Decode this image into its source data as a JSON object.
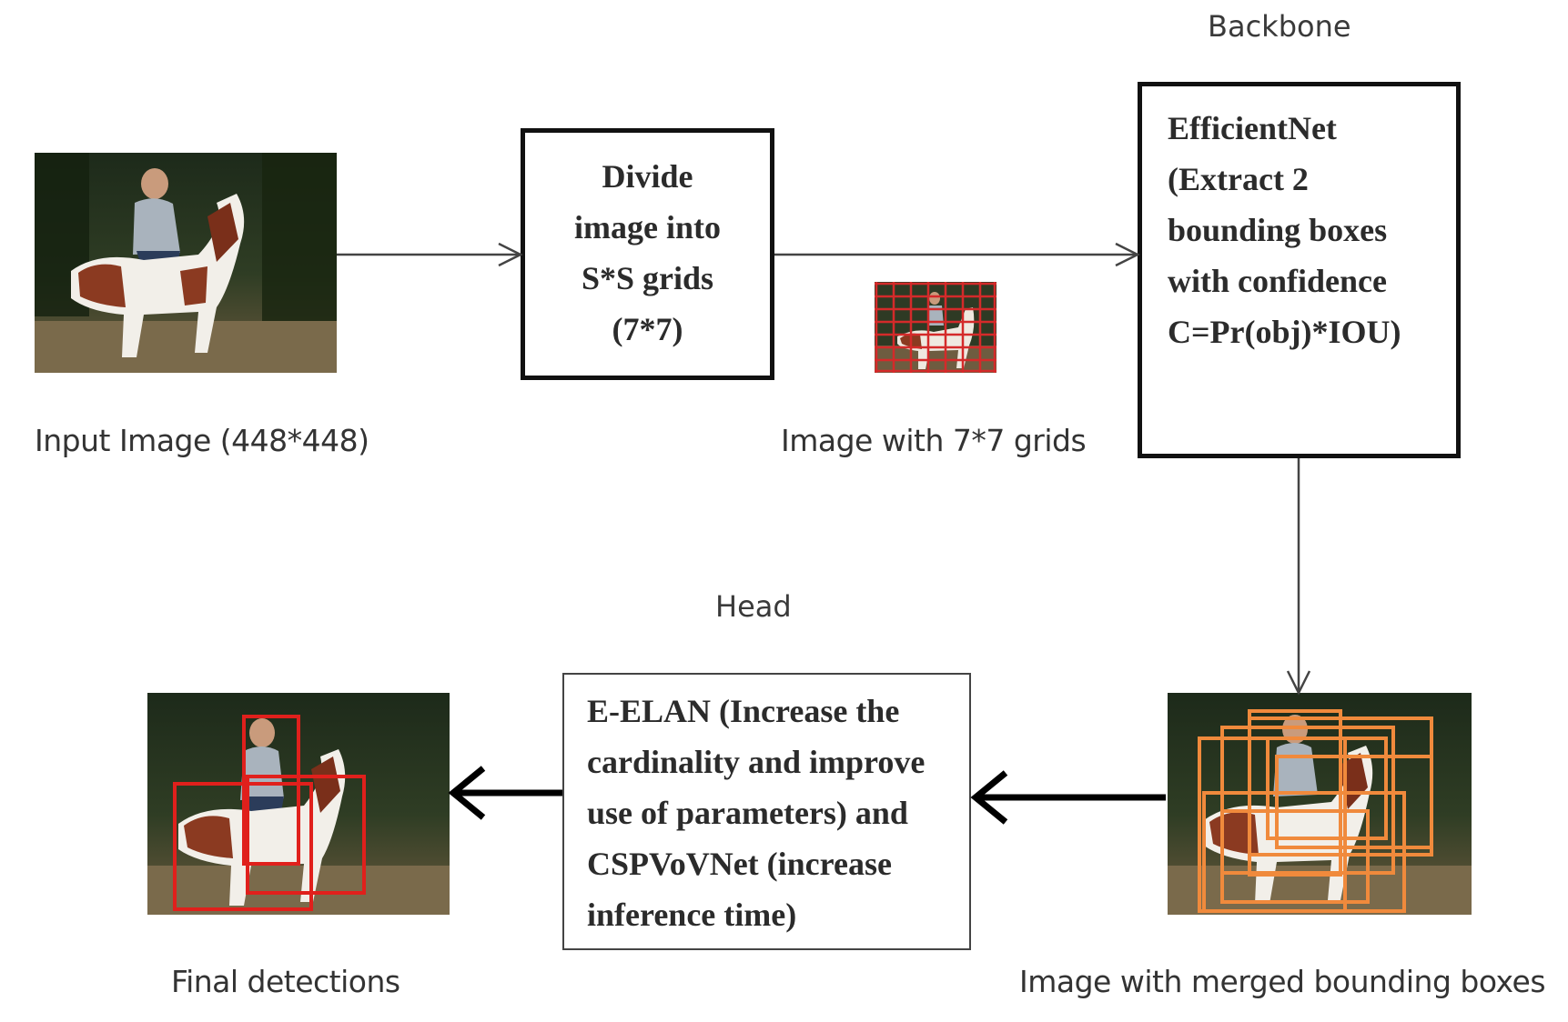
{
  "labels": {
    "backbone": "Backbone",
    "head": "Head",
    "input_image": "Input Image (448*448)",
    "image_with_grids": "Image with 7*7 grids",
    "merged_boxes": "Image with merged bounding boxes",
    "final_detections": "Final detections"
  },
  "boxes": {
    "divide": {
      "lines": [
        "Divide",
        "image into",
        "S*S grids",
        "(7*7)"
      ]
    },
    "efficientnet": {
      "lines": [
        "EfficientNet",
        "(Extract 2",
        "bounding boxes",
        "with confidence",
        "C=Pr(obj)*IOU)"
      ]
    },
    "eelan": {
      "lines": [
        "E-ELAN (Increase the",
        "cardinality and improve",
        "use of parameters) and",
        "CSPVoVNet (increase",
        "inference time)"
      ]
    }
  },
  "colors": {
    "grid_lines": "#d42a2a",
    "detection_box": "#e0201c",
    "merged_box": "#f08a3c",
    "arrow": "#444444",
    "thick_arrow": "#000000"
  }
}
